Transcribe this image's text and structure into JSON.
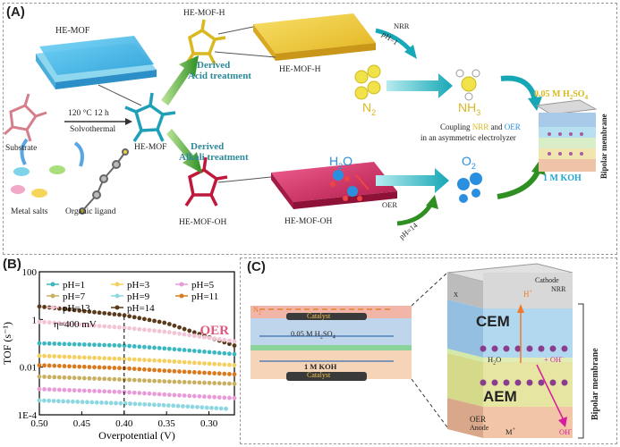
{
  "panel_a": {
    "letter": "(A)",
    "he_mof_top": "HE-MOF",
    "he_mof_center": "HE-MOF",
    "he_mof_h_small": "HE-MOF-H",
    "he_mof_h_sheet": "HE-MOF-H",
    "he_mof_oh_small": "HE-MOF-OH",
    "he_mof_oh_sheet": "HE-MOF-OH",
    "substrate": "Substrate",
    "metal_salts": "Metal salts",
    "organic_ligand": "Organic ligand",
    "condition": "120 °C 12 h",
    "solvothermal": "Solvothermal",
    "derived_acid_1": "Derived",
    "derived_acid_2": "Acid treatment",
    "derived_alkali_1": "Derived",
    "derived_alkali_2": "Alkali treatment",
    "nrr": "NRR",
    "ph1": "pH=1",
    "oer": "OER",
    "ph14": "pH=14",
    "n2": "N",
    "n2_sub": "2",
    "nh3": "NH",
    "nh3_sub": "3",
    "h2o": "H",
    "h2o_sub": "2",
    "h2o_o": "O",
    "o2": "O",
    "o2_sub": "2",
    "coupling_1": "Coupling",
    "coupling_nrr": "NRR",
    "coupling_and": "and",
    "coupling_oer": "OER",
    "coupling_2": "in an asymmetric electrolyzer",
    "h2so4_label": "0.05 M H",
    "h2so4_sub1": "2",
    "h2so4_mid": "SO",
    "h2so4_sub2": "4",
    "koh_label": "1 M KOH",
    "bipolar": "Bipolar membrane"
  },
  "panel_b": {
    "letter": "(B)",
    "legend": [
      "pH=1",
      "pH=3",
      "pH=5",
      "pH=7",
      "pH=9",
      "pH=11",
      "pH=13",
      "pH=14"
    ],
    "annotation": "η=400 mV",
    "oer_label": "OER"
  },
  "panel_c": {
    "letter": "(C)",
    "n2": "N",
    "n2_sub": "2",
    "catalyst_top": "Catalyst",
    "h2so4": "0.05 M H",
    "h2so4_sub1": "2",
    "h2so4_mid": "SO",
    "h2so4_sub2": "4",
    "koh": "1 M KOH",
    "catalyst_bottom": "Catalyst",
    "cathode": "Cathode",
    "nrr": "NRR",
    "cem": "CEM",
    "aem": "AEM",
    "h_plus": "H",
    "h2o": "H",
    "h2o_sub": "2",
    "h2o_o": "O",
    "oh": "OH",
    "oer": "OER",
    "anode": "Anode",
    "m_plus": "M",
    "bipolar": "Bipolar membrane",
    "x_label": "X"
  },
  "chart_data": {
    "type": "scatter",
    "xlabel": "Overpotential (V)",
    "ylabel": "TOF (s⁻¹)",
    "xlim": [
      0.5,
      0.27
    ],
    "ylim": [
      0.0001,
      100
    ],
    "yscale": "log",
    "x_ticks": [
      "0.50",
      "0.45",
      "0.40",
      "0.35",
      "0.30"
    ],
    "y_ticks": [
      "100",
      "1",
      "0.01",
      "1E-4"
    ],
    "series": [
      {
        "name": "pH=14",
        "color": "#5a3a1a",
        "x": [
          0.5,
          0.4,
          0.35,
          0.27
        ],
        "y": [
          3.5,
          1.5,
          0.7,
          0.08
        ]
      },
      {
        "name": "pH=13",
        "color": "#f2c4d4",
        "x": [
          0.5,
          0.4,
          0.35,
          0.27
        ],
        "y": [
          0.8,
          0.45,
          0.3,
          0.12
        ]
      },
      {
        "name": "pH=1",
        "color": "#3cb8c0",
        "x": [
          0.5,
          0.4,
          0.35,
          0.27
        ],
        "y": [
          0.1,
          0.08,
          0.06,
          0.035
        ]
      },
      {
        "name": "pH=3",
        "color": "#f5d060",
        "x": [
          0.5,
          0.4,
          0.35,
          0.27
        ],
        "y": [
          0.03,
          0.022,
          0.018,
          0.012
        ]
      },
      {
        "name": "pH=11",
        "color": "#d97a1e",
        "x": [
          0.5,
          0.4,
          0.35,
          0.27
        ],
        "y": [
          0.012,
          0.009,
          0.007,
          0.005
        ]
      },
      {
        "name": "pH=7",
        "color": "#c9b060",
        "x": [
          0.5,
          0.4,
          0.35,
          0.27
        ],
        "y": [
          0.004,
          0.003,
          0.0025,
          0.002
        ]
      },
      {
        "name": "pH=5",
        "color": "#e89bd8",
        "x": [
          0.5,
          0.4,
          0.35,
          0.27
        ],
        "y": [
          0.0012,
          0.0009,
          0.0007,
          0.0005
        ]
      },
      {
        "name": "pH=9",
        "color": "#8cd7e0",
        "x": [
          0.5,
          0.4,
          0.35,
          0.28
        ],
        "y": [
          0.0004,
          0.0003,
          0.00025,
          0.00018
        ]
      }
    ],
    "ref_line_x": 0.4
  }
}
